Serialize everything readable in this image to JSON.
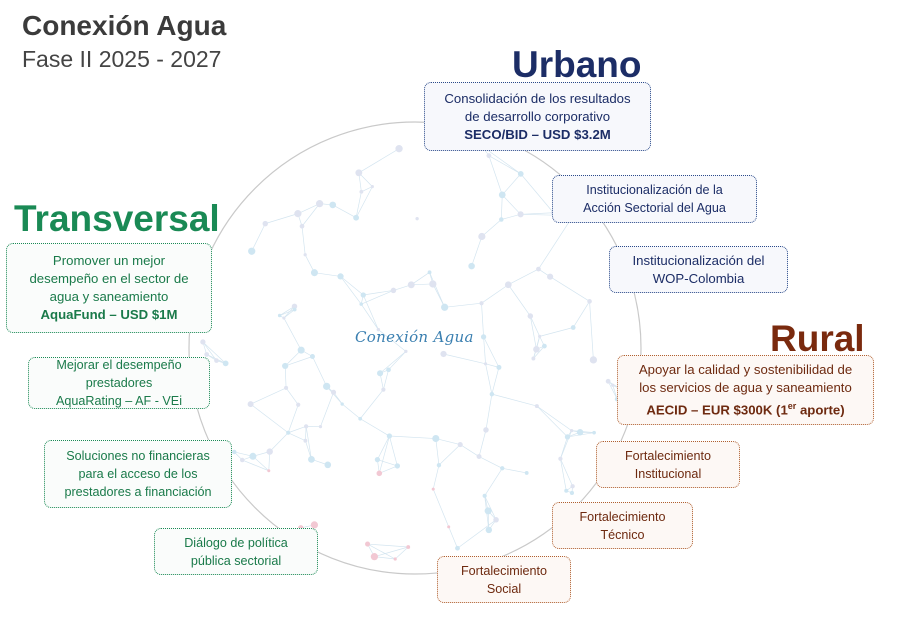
{
  "header": {
    "title": "Conexión Agua",
    "subtitle": "Fase II 2025 - 2027"
  },
  "center_label": "Conexión Agua",
  "colors": {
    "urbano": "#1c2d66",
    "transversal": "#1a8a55",
    "rural": "#7a2a0e"
  },
  "urbano": {
    "label": "Urbano",
    "main": {
      "line1": "Consolidación de los resultados",
      "line2": "de desarrollo corporativo",
      "fund": "SECO/BID – USD $3.2M"
    },
    "items": [
      {
        "line1": "Institucionalización de la",
        "line2": "Acción Sectorial del Agua"
      },
      {
        "line1": "Institucionalización del",
        "line2": "WOP-Colombia"
      }
    ]
  },
  "transversal": {
    "label": "Transversal",
    "main": {
      "line1": "Promover un mejor",
      "line2": "desempeño en el sector de",
      "line3": "agua y saneamiento",
      "fund": "AquaFund – USD $1M"
    },
    "items": [
      {
        "line1": "Mejorar el desempeño",
        "line2": "prestadores",
        "line3": "AquaRating – AF - VEi"
      },
      {
        "line1": "Soluciones no financieras",
        "line2": "para el acceso de los",
        "line3": "prestadores a financiación"
      },
      {
        "line1": "Diálogo de política",
        "line2": "pública sectorial"
      }
    ]
  },
  "rural": {
    "label": "Rural",
    "main": {
      "line1": "Apoyar la calidad y sostenibilidad de",
      "line2": "los servicios de agua y saneamiento",
      "fund_pre": "AECID – EUR $300K (1",
      "fund_sup": "er",
      "fund_post": " aporte)"
    },
    "items": [
      {
        "line1": "Fortalecimiento",
        "line2": "Institucional"
      },
      {
        "line1": "Fortalecimiento",
        "line2": "Técnico"
      },
      {
        "line1": "Fortalecimiento",
        "line2": "Social"
      }
    ]
  }
}
